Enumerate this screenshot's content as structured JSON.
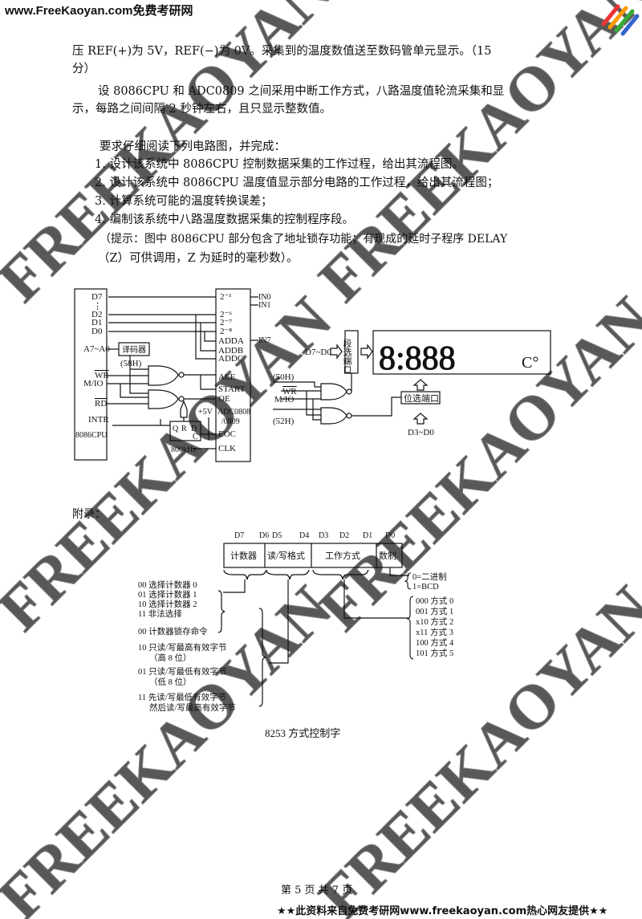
{
  "header": {
    "site": "www.FreeKaoyan.com免费考研网"
  },
  "watermark": "FREEKAOYAN",
  "body": {
    "lines": [
      "压 REF(+)为 5V，REF(−)为 0V。采集到的温度数值送至数码管单元显示。（15",
      "分）",
      "设 8086CPU 和 ADC0809 之间采用中断工作方式，八路温度值轮流采集和显",
      "示，每路之间间隔 2 秒钟左右，且只显示整数值。",
      "要求仔细阅读下列电路图，并完成：",
      "1. 设计该系统中 8086CPU 控制数据采集的工作过程，给出其流程图。",
      "2. 设计该系统中 8086CPU 温度值显示部分电路的工作过程，给出其流程图；",
      "3. 计算系统可能的温度转换误差；",
      "4. 编制该系统中八路温度数据采集的控制程序段。",
      "（提示：图中 8086CPU 部分包含了地址锁存功能；有现成的延时子程序 DELAY",
      "（Z）可供调用，Z 为延时的毫秒数）。"
    ]
  },
  "circuit_left": {
    "cpu": {
      "d7": "D7",
      "dots": "⋮",
      "d2": "D2",
      "d1": "D1",
      "d0": "D0",
      "addr": "A7~A0",
      "wr": "WR",
      "mio": "M/IO",
      "rd": "RD",
      "intr": "INTR",
      "name": "8086CPU"
    },
    "decoder": "译码器",
    "addr_58": "(58H)",
    "adc": {
      "b1": "2⁻¹",
      "b6": "2⁻⁶",
      "b7": "2⁻⁷",
      "b8": "2⁻⁸",
      "adda": "ADDA",
      "addb": "ADDB",
      "addc": "ADDC",
      "ale": "ALE",
      "start": "START",
      "oe": "OE",
      "name1": "ADC0808",
      "name2": "/0809",
      "eoc": "EOC",
      "clk": "CLK"
    },
    "inputs": {
      "in0": "IN0",
      "in1": "IN1",
      "in7": "IN7"
    },
    "ff": {
      "q": "Q",
      "r": "R",
      "d": "D",
      "c": "C"
    },
    "vcc": "+5V",
    "clock": "800kHz"
  },
  "circuit_right": {
    "data_in": "D7~D0",
    "seg_port": "段选端口",
    "display": "8:888",
    "unit": "C°",
    "addr_50": "(50H)",
    "wr": "WR",
    "mio": "M/IO",
    "addr_52": "(52H)",
    "bit_port": "位选端口",
    "bit_data": "D3~D0"
  },
  "appendix": {
    "label": "附录：",
    "bits": [
      "D7",
      "D6",
      "D5",
      "D4",
      "D3",
      "D2",
      "D1",
      "D0"
    ],
    "fields": [
      "计数器",
      "读/写格式",
      "工作方式",
      "数制"
    ],
    "counter_sel": [
      "00 选择计数器 0",
      "01 选择计数器 1",
      "10 选择计数器 2",
      "11 非法选择"
    ],
    "rw_fmt": [
      "00 计数器锁存命令",
      "10 只读/写最高有效字节",
      "（高 8 位）",
      "01 只读/写最低有效字节",
      "（低 8 位）",
      "11 先读/写最低有效字节",
      "然后读/写最高有效字节"
    ],
    "radix": [
      "0=二进制",
      "1=BCD"
    ],
    "modes": [
      "000 方式 0",
      "001 方式 1",
      "x10 方式 2",
      "x11 方式 3",
      "100 方式 4",
      "101 方式 5"
    ],
    "caption": "8253 方式控制字"
  },
  "footer": {
    "page": "第 5 页 共 7 页",
    "banner": "★★此资料来自免费考研网www.freekaoyan.com热心网友提供★★"
  }
}
